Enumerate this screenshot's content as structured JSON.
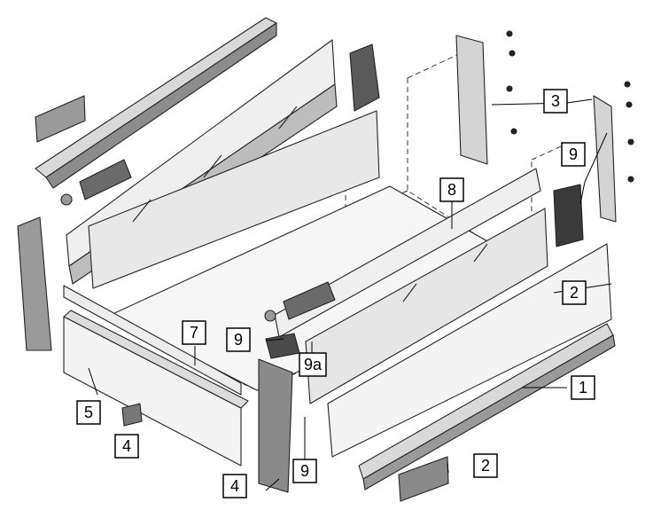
{
  "diagram": {
    "labels": [
      {
        "id": "label-1",
        "text": "1"
      },
      {
        "id": "label-2-upper",
        "text": "2"
      },
      {
        "id": "label-2-lower",
        "text": "2"
      },
      {
        "id": "label-3",
        "text": "3"
      },
      {
        "id": "label-4-clip",
        "text": "4"
      },
      {
        "id": "label-4-panel",
        "text": "4"
      },
      {
        "id": "label-5",
        "text": "5"
      },
      {
        "id": "label-7",
        "text": "7"
      },
      {
        "id": "label-8",
        "text": "8"
      },
      {
        "id": "label-9-top",
        "text": "9"
      },
      {
        "id": "label-9-mid",
        "text": "9"
      },
      {
        "id": "label-9-bottom",
        "text": "9"
      },
      {
        "id": "label-9a",
        "text": "9a"
      }
    ]
  },
  "colors": {
    "line": "#222222",
    "part_light": "#efefef",
    "part_mid": "#d6d6d6",
    "part_dark": "#9a9a9a",
    "part_darker": "#5a5a5a"
  }
}
